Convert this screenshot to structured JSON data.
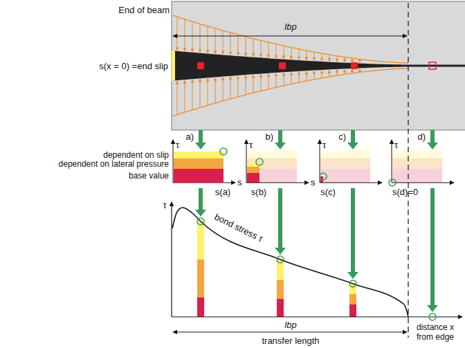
{
  "diagram": {
    "labels": [
      "End of beam",
      "lbp",
      "s(x = 0) =end slip",
      "a)",
      "b)",
      "c)",
      "d)",
      "τ",
      "s",
      "s(a)",
      "τ",
      "s",
      "s(b)",
      "τ",
      "s(c)",
      "τ",
      "s(d)=0",
      "τ",
      "bond stress τ",
      "lbp",
      "distance x from edge",
      "transfer length"
    ],
    "legend": [
      {
        "text": "dependent on slip",
        "color": "#fff26b"
      },
      {
        "text": "dependent on lateral pressure",
        "color": "#f5a540"
      },
      {
        "text": "base value",
        "color": "#d81e4a"
      }
    ]
  }
}
